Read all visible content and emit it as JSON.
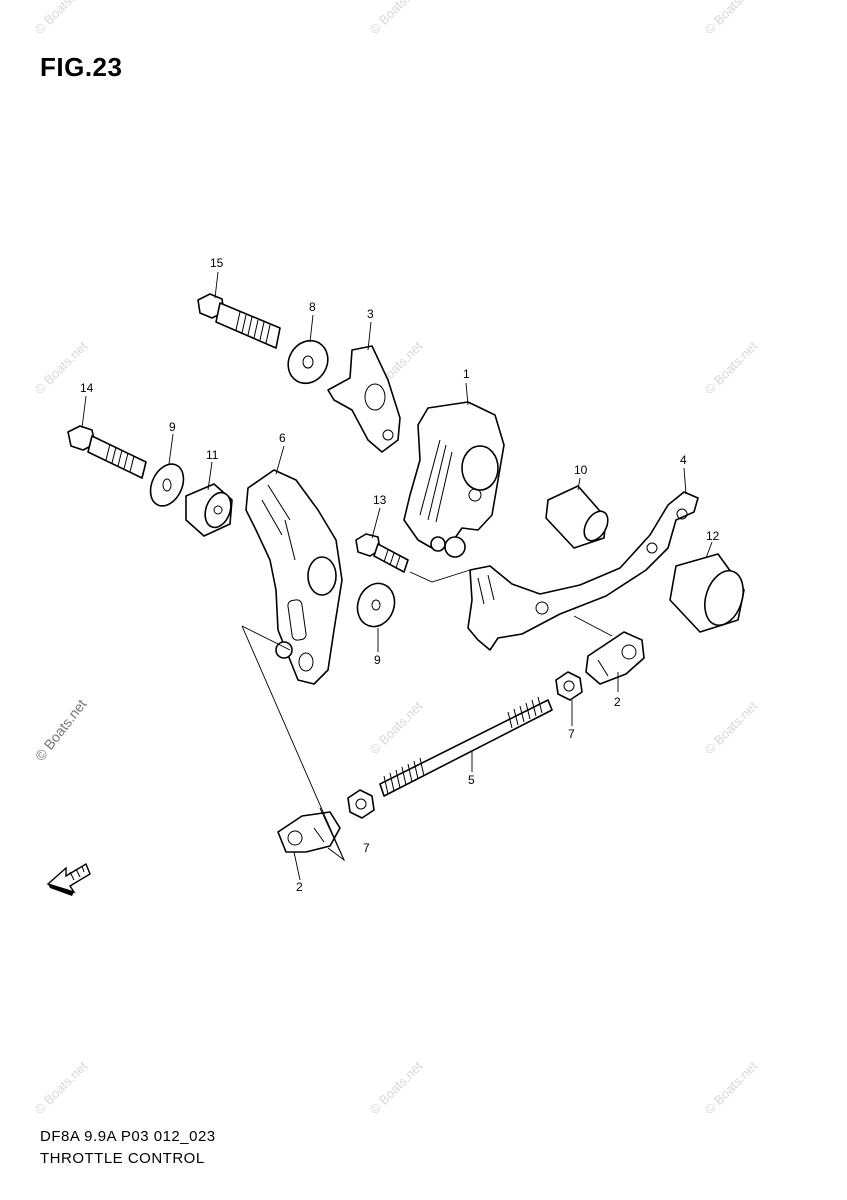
{
  "figure": {
    "title": "FIG.23",
    "footer_code": "DF8A 9.9A P03 012_023",
    "footer_title": "THROTTLE CONTROL"
  },
  "callouts": {
    "c1": "1",
    "c2a": "2",
    "c2b": "2",
    "c3": "3",
    "c4": "4",
    "c5": "5",
    "c6": "6",
    "c7a": "7",
    "c7b": "7",
    "c8": "8",
    "c9a": "9",
    "c9b": "9",
    "c10": "10",
    "c11": "11",
    "c12": "12",
    "c13": "13",
    "c14": "14",
    "c15": "15"
  },
  "watermark": {
    "text": "© Boats.net"
  },
  "icons": {
    "fwd": "fwd-arrow-icon"
  }
}
